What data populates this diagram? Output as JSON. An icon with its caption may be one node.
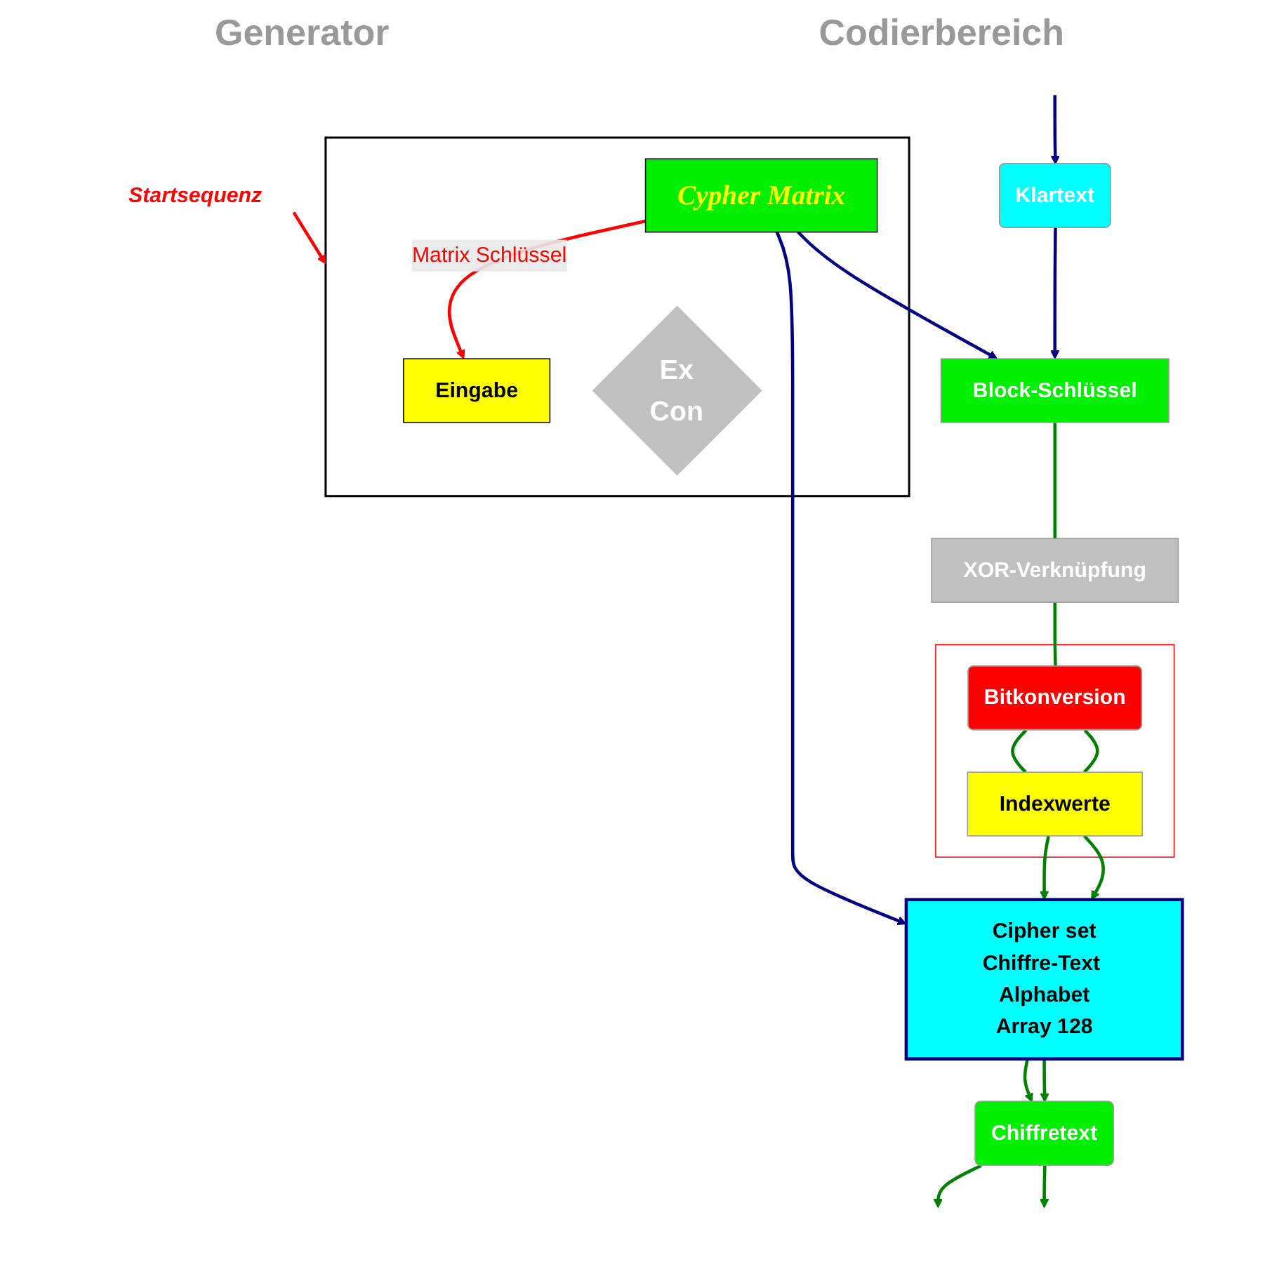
{
  "diagram": {
    "nodes": [
      {
        "text": [
          "Startsequenz"
        ]
      },
      {
        "text": [],
        "shape": "box"
      },
      {
        "text": [
          "Eingabe"
        ],
        "in": 1
      },
      {
        "text": [
          "Ex",
          "Con"
        ],
        "in": 1
      },
      {
        "text": [
          "Cypher Matrix"
        ],
        "in": 1
      },
      {
        "text": [
          "Klartext"
        ]
      },
      {
        "text": [
          "Block-Schlüssel"
        ]
      },
      {
        "text": [
          "XOR-Verknüpfung"
        ]
      },
      {
        "text": [],
        "shape": "box"
      },
      {
        "text": [
          "Bitkonversion"
        ],
        "in": 8
      },
      {
        "text": [
          "Indexwerte"
        ],
        "in": 8
      },
      {
        "text": [
          "Cipher set",
          "Chiffre-Text Alphabet",
          "Array 128"
        ]
      },
      {
        "text": [
          "Chiffretext"
        ]
      }
    ],
    "edges": [
      {
        "from": 0,
        "to": 1,
        "arrow": "to",
        "color": "#ff0000"
      },
      {
        "from": 4,
        "to": 2,
        "arrow": "to",
        "label": "Matrix Schlüssel",
        "color": "#ff0000"
      },
      {
        "from": null,
        "to": 5,
        "arrow": "to",
        "color": "#000080"
      },
      {
        "from": 5,
        "to": 6,
        "arrow": "to",
        "color": "#000080"
      },
      {
        "from": 4,
        "to": 6,
        "arrow": "to",
        "color": "#000080"
      },
      {
        "from": 4,
        "to": 11,
        "arrow": "to",
        "color": "#000080"
      },
      {
        "from": 6,
        "to": 7,
        "arrow": "none"
      },
      {
        "from": 7,
        "to": 9,
        "arrow": "none"
      },
      {
        "from": 9,
        "to": 10,
        "arrow": "none"
      },
      {
        "from": 9,
        "to": 10,
        "arrow": "none"
      },
      {
        "from": 10,
        "to": 11,
        "arrow": "to"
      },
      {
        "from": 10,
        "to": 11,
        "arrow": "to"
      },
      {
        "from": 11,
        "to": 12,
        "arrow": "to"
      },
      {
        "from": 11,
        "to": 12,
        "arrow": "to"
      },
      {
        "from": 12,
        "to": null,
        "arrow": "to"
      },
      {
        "from": 12,
        "to": null,
        "arrow": "to"
      }
    ],
    "labels": [
      "Generator",
      "Codierbereich"
    ]
  }
}
